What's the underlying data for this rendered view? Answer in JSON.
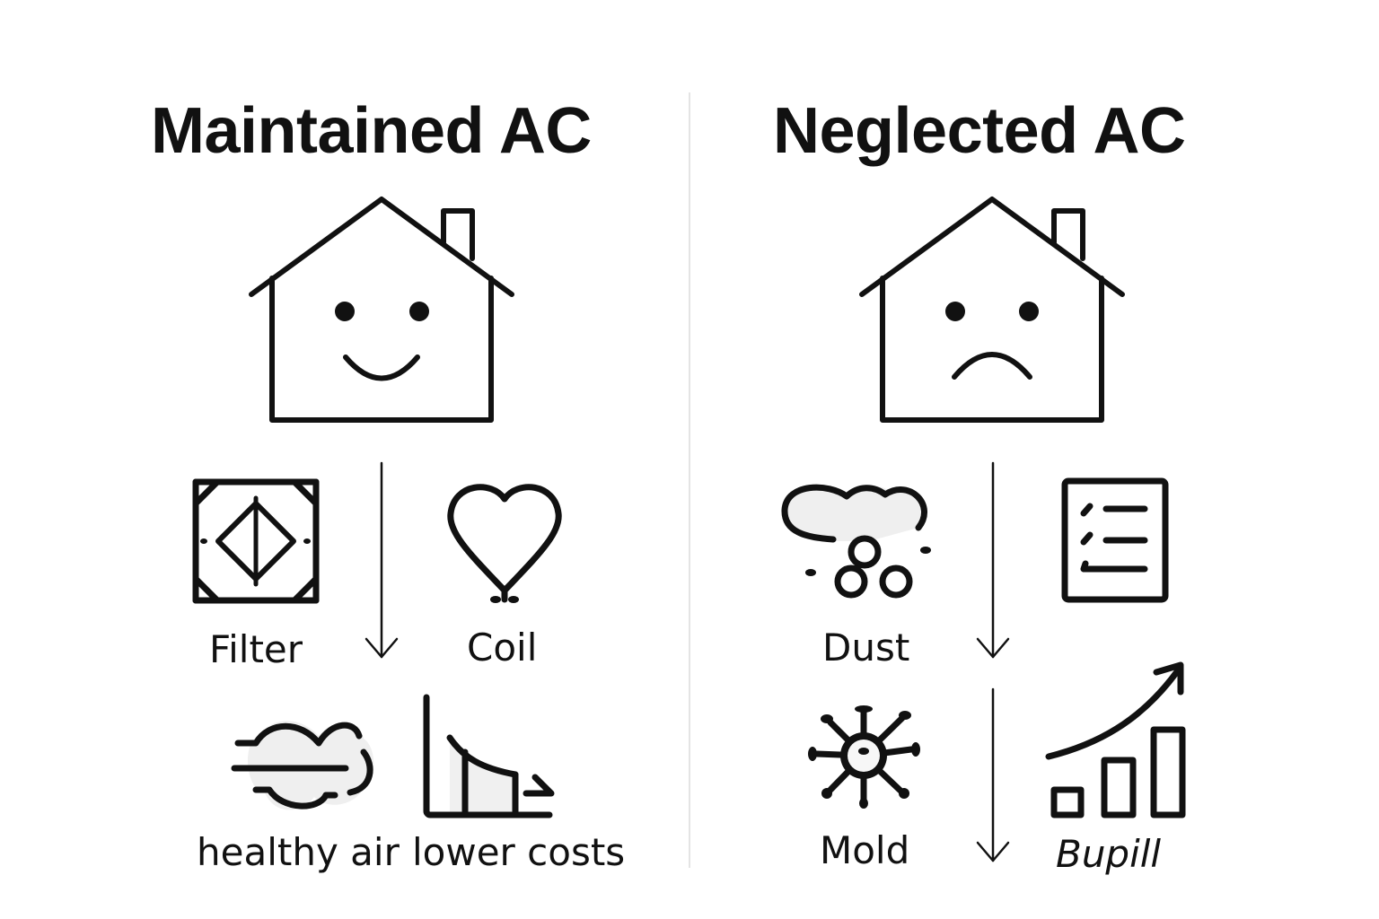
{
  "left_panel": {
    "title": "Maintained AC",
    "house_mood": "happy",
    "items": [
      {
        "label": "Filter",
        "icon": "filter-icon"
      },
      {
        "label": "Coil",
        "icon": "heart-coil-icon"
      },
      {
        "label": "healthy air",
        "icon": "cloud-wind-icon"
      },
      {
        "label": "lower costs",
        "icon": "decreasing-chart-icon"
      }
    ]
  },
  "right_panel": {
    "title": "Neglected AC",
    "house_mood": "sad",
    "items": [
      {
        "label": "Dust",
        "icon": "dust-cloud-icon"
      },
      {
        "label": "",
        "icon": "checklist-icon"
      },
      {
        "label": "Mold",
        "icon": "mold-spore-icon"
      },
      {
        "label": "Bupill",
        "icon": "rising-bar-chart-icon"
      }
    ]
  },
  "colors": {
    "background": "#ffffff",
    "ink": "#111111",
    "fill_light": "#ececec",
    "divider": "#e4e4e4"
  }
}
